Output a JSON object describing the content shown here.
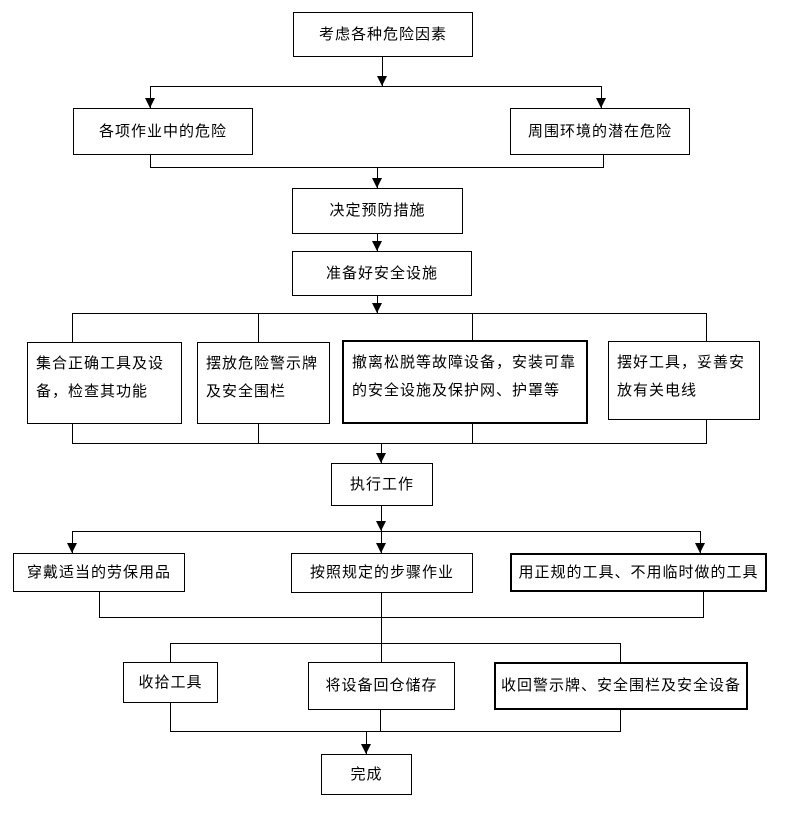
{
  "diagram": {
    "type": "flowchart",
    "language": "zh-CN",
    "colors": {
      "background": "#ffffff",
      "line": "#000000",
      "box_fill": "#ffffff",
      "text": "#000000"
    },
    "boxes": [
      {
        "label": "考虑各种危险因素"
      },
      {
        "label": "各项作业中的危险"
      },
      {
        "label": "周围环境的潜在危险"
      },
      {
        "label": "决定预防措施"
      },
      {
        "label": "准备好安全设施"
      },
      {
        "label": "集合正确工具及设\n备，检查其功能"
      },
      {
        "label": "摆放危险警示牌\n及安全围栏"
      },
      {
        "label": "撤离松脱等故障设备，安装可靠\n的安全设施及保护网、护罩等"
      },
      {
        "label": "摆好工具，妥善安\n放有关电线"
      },
      {
        "label": "执行工作"
      },
      {
        "label": "穿戴适当的劳保用品"
      },
      {
        "label": "按照规定的步骤作业"
      },
      {
        "label": "用正规的工具、不用临时做的工具"
      },
      {
        "label": "收拾工具"
      },
      {
        "label": "将设备回仓储存"
      },
      {
        "label": "收回警示牌、安全围栏及安全设备"
      },
      {
        "label": "完成"
      }
    ],
    "edges": [
      {
        "from": [
          0
        ],
        "to": [
          1,
          2
        ]
      },
      {
        "from": [
          1,
          2
        ],
        "to": [
          3
        ]
      },
      {
        "from": [
          3
        ],
        "to": [
          4
        ]
      },
      {
        "from": [
          4
        ],
        "to": [
          5,
          6,
          7,
          8
        ]
      },
      {
        "from": [
          5,
          6,
          7,
          8
        ],
        "to": [
          9
        ]
      },
      {
        "from": [
          9
        ],
        "to": [
          10,
          11,
          12
        ]
      },
      {
        "from": [
          10,
          11,
          12
        ],
        "to": [
          13,
          14,
          15
        ]
      },
      {
        "from": [
          13,
          14,
          15
        ],
        "to": [
          16
        ]
      }
    ]
  }
}
